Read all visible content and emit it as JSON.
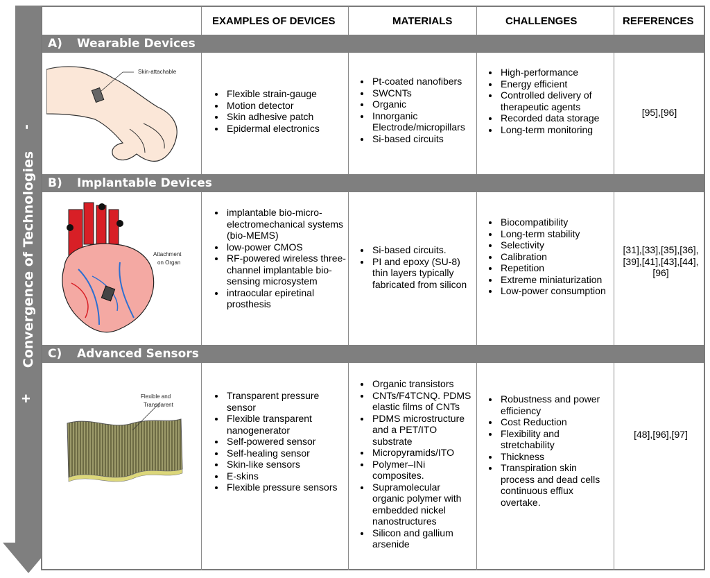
{
  "arrow": {
    "label": "Convergence of Technologies",
    "minus": "-",
    "plus": "+",
    "color": "#7f7f7f"
  },
  "headers": {
    "examples": "EXAMPLES OF DEVICES",
    "materials": "MATERIALS",
    "challenges": "CHALLENGES",
    "references": "REFERENCES"
  },
  "sections": [
    {
      "letter": "A)",
      "title": "Wearable Devices",
      "figure_caption": "Skin-attachable",
      "examples": [
        "Flexible strain-gauge",
        "Motion detector",
        "Skin adhesive patch",
        "Epidermal electronics"
      ],
      "materials": [
        "Pt-coated nanofibers",
        "SWCNTs",
        "Organic",
        "Innorganic Electrode/micropillars",
        "Si-based circuits"
      ],
      "challenges": [
        "High-performance",
        "Energy efficient",
        "Controlled delivery of therapeutic agents",
        "Recorded data storage",
        "Long-term monitoring"
      ],
      "references": "[95],[96]"
    },
    {
      "letter": "B)",
      "title": "Implantable Devices",
      "figure_caption_1": "Attachment",
      "figure_caption_2": "on Organ",
      "examples": [
        "implantable bio-micro-electromechanical systems (bio-MEMS)",
        "low-power CMOS",
        "RF-powered wireless three-channel implantable bio-sensing microsystem",
        "intraocular epiretinal prosthesis"
      ],
      "materials": [
        "Si-based circuits.",
        "PI and epoxy (SU-8) thin layers typically fabricated from silicon"
      ],
      "challenges": [
        "Biocompatibility",
        "Long-term stability",
        "Selectivity",
        "Calibration",
        "Repetition",
        "Extreme miniaturization",
        "Low-power consumption"
      ],
      "references": "[31],[33],[35],[36],[39],[41],[43],[44],[96]"
    },
    {
      "letter": "C)",
      "title": "Advanced Sensors",
      "figure_caption_1": "Flexible and",
      "figure_caption_2": "Transparent",
      "examples": [
        "Transparent pressure sensor",
        "Flexible transparent nanogenerator",
        "Self-powered sensor",
        "Self-healing sensor",
        "Skin-like sensors",
        "E-skins",
        "Flexible pressure sensors"
      ],
      "materials": [
        "Organic transistors",
        "CNTs/F4TCNQ. PDMS elastic films of CNTs",
        "PDMS microstructure and a PET/ITO substrate",
        "Micropyramids/ITO",
        "Polymer–INi composites.",
        "Supramolecular organic polymer with embedded nickel nanostructures",
        "Silicon and gallium arsenide"
      ],
      "challenges": [
        "Robustness and power efficiency",
        "Cost Reduction",
        "Flexibility and stretchability",
        "Thickness",
        "Transpiration skin process and dead cells continuous efflux overtake."
      ],
      "references": "[48],[96],[97]"
    }
  ]
}
